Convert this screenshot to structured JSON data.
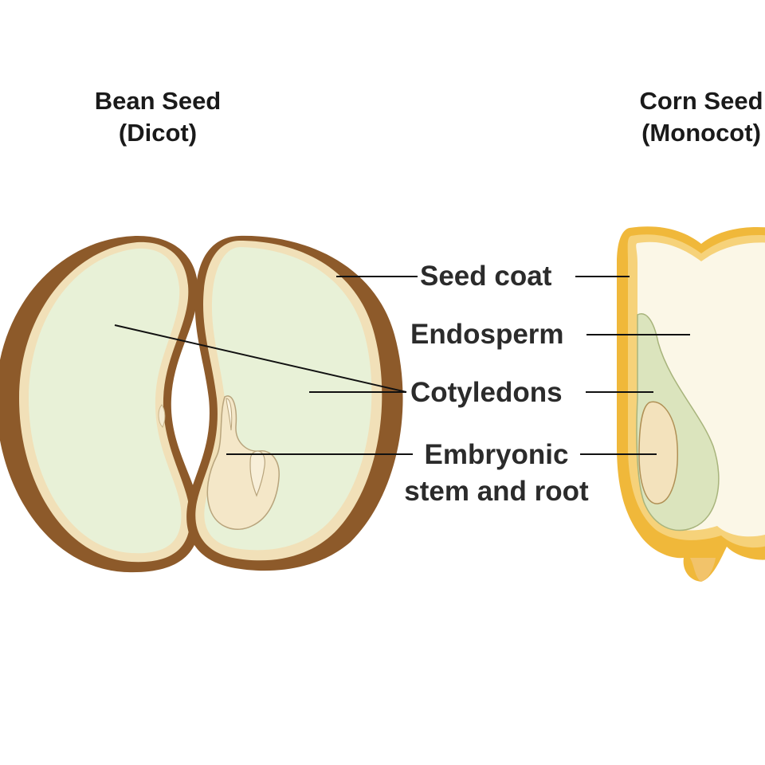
{
  "titles": {
    "bean_line1": "Bean Seed",
    "bean_line2": "(Dicot)",
    "corn_line1": "Corn Seed",
    "corn_line2": "(Monocot)"
  },
  "labels": {
    "seed_coat": "Seed coat",
    "endosperm": "Endosperm",
    "cotyledons": "Cotyledons",
    "embryonic_line1": "Embryonic",
    "embryonic_line2": "stem and root"
  },
  "colors": {
    "bean_coat": "#8b5a2b",
    "bean_interior": "#e9f2d8",
    "corn_coat": "#f0b93a",
    "corn_interior": "#fbf7e6",
    "corn_cotyledon": "#d9e2b8",
    "embryo": "#f3e6c6",
    "leader_line": "#111111"
  }
}
